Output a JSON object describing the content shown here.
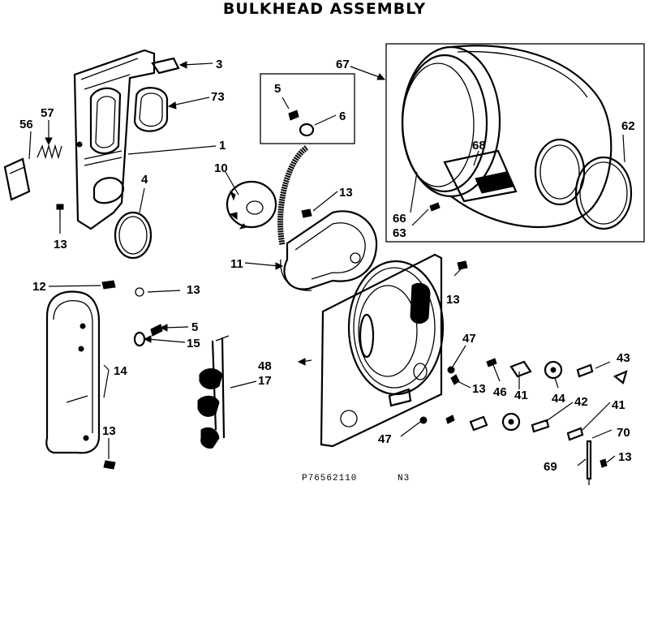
{
  "title": "BULKHEAD ASSEMBLY",
  "drawing_code": "P76562110",
  "drawing_suffix": "N3",
  "labels": {
    "p3": "3",
    "p73": "73",
    "p1": "1",
    "p56": "56",
    "p57": "57",
    "p4a": "4",
    "p13a": "13",
    "p5a": "5",
    "p6": "6",
    "p10": "10",
    "p13b": "13",
    "p11": "11",
    "p67": "67",
    "p62": "62",
    "p68": "68",
    "p66": "66",
    "p63": "63",
    "p12": "12",
    "p13c": "13",
    "p5b": "5",
    "p15": "15",
    "p14": "14",
    "p13d": "13",
    "p48": "48",
    "p17": "17",
    "p13e": "13",
    "p47a": "47",
    "p13f": "13",
    "p46": "46",
    "p41a": "41",
    "p44": "44",
    "p42": "42",
    "p43": "43",
    "p41b": "41",
    "p70": "70",
    "p47b": "47",
    "p69": "69",
    "p13g": "13"
  }
}
